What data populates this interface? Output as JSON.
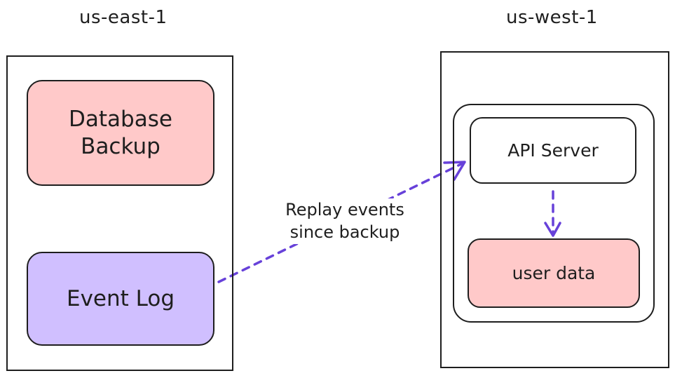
{
  "regions": {
    "east": {
      "title": "us-east-1"
    },
    "west": {
      "title": "us-west-1"
    }
  },
  "nodes": {
    "database_backup": {
      "lines": [
        "Database",
        "Backup"
      ],
      "fill": "#ffc9c9"
    },
    "event_log": {
      "label": "Event Log",
      "fill": "#d0bfff"
    },
    "api_server": {
      "label": "API Server",
      "fill": "#ffffff"
    },
    "user_data": {
      "label": "user data",
      "fill": "#ffc9c9"
    }
  },
  "edges": {
    "replay": {
      "lines": [
        "Replay events",
        "since backup"
      ],
      "color": "#6741d9"
    },
    "api_to_data": {
      "color": "#6741d9"
    }
  },
  "colors": {
    "stroke": "#1e1e1e",
    "arrow": "#6741d9"
  }
}
